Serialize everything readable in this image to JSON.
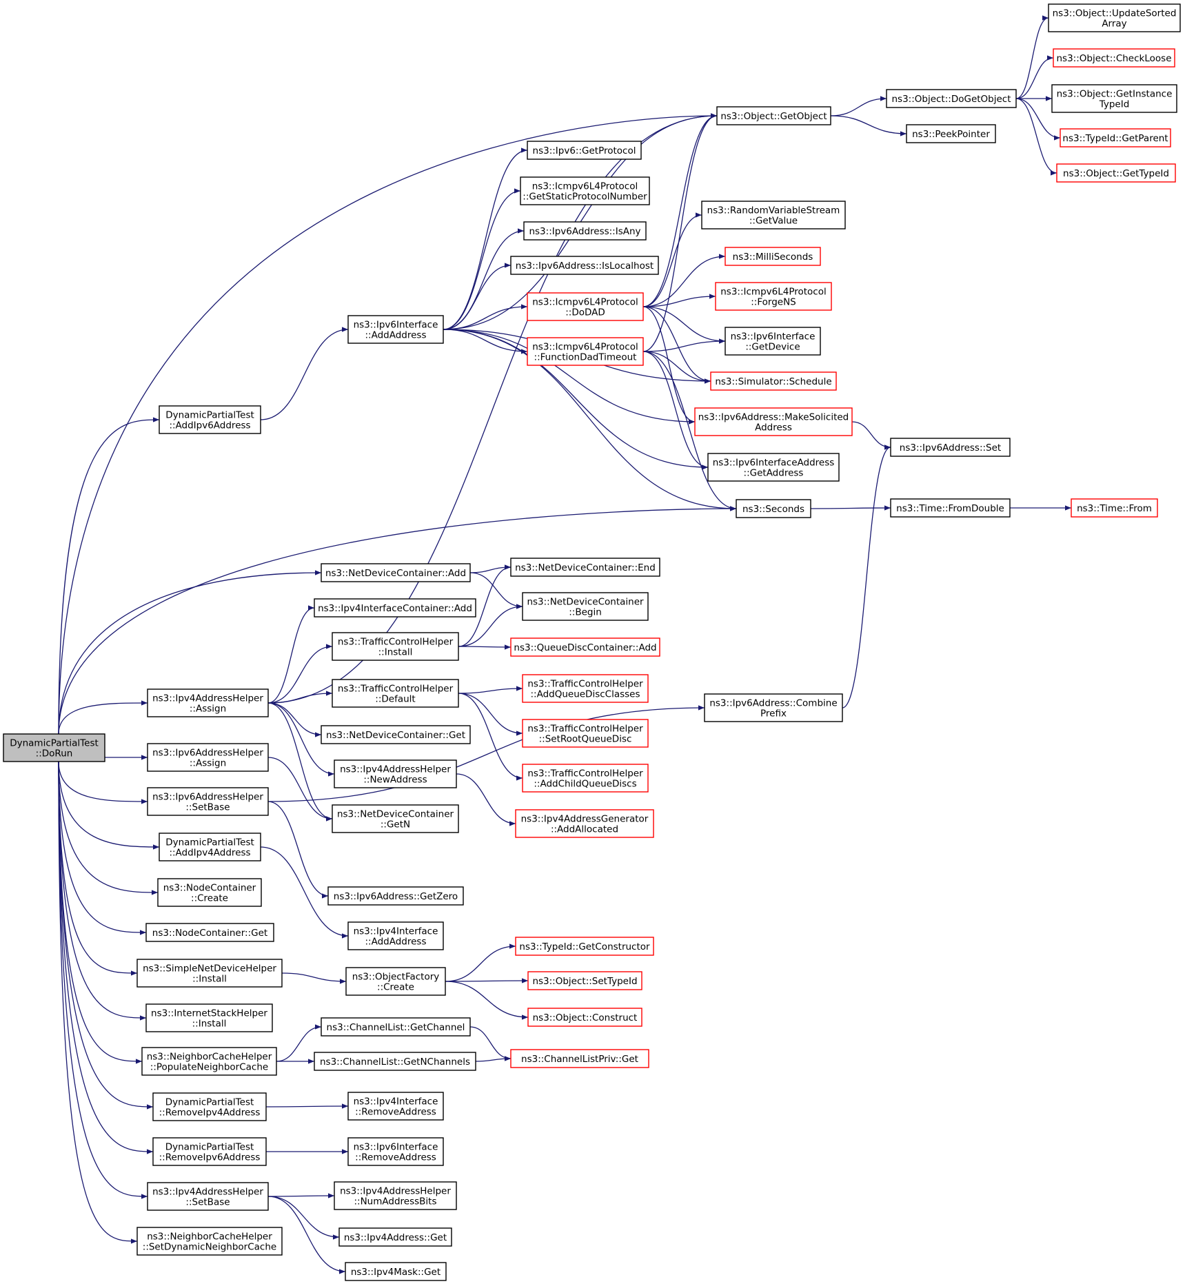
{
  "colors": {
    "edge": "#191970",
    "border": "#000000",
    "incomplete_border": "#ff0000",
    "root_fill": "#bfbfbf"
  },
  "nodes": [
    {
      "id": "dorun",
      "lines": [
        "DynamicPartialTest",
        "::DoRun"
      ],
      "style": "root"
    },
    {
      "id": "addipv6",
      "lines": [
        "DynamicPartialTest",
        "::AddIpv6Address"
      ],
      "style": "normal"
    },
    {
      "id": "ipv4assign",
      "lines": [
        "ns3::Ipv4AddressHelper",
        "::Assign"
      ],
      "style": "normal"
    },
    {
      "id": "ipv6assign",
      "lines": [
        "ns3::Ipv6AddressHelper",
        "::Assign"
      ],
      "style": "normal"
    },
    {
      "id": "ipv6setbase",
      "lines": [
        "ns3::Ipv6AddressHelper",
        "::SetBase"
      ],
      "style": "normal"
    },
    {
      "id": "addipv4",
      "lines": [
        "DynamicPartialTest",
        "::AddIpv4Address"
      ],
      "style": "normal"
    },
    {
      "id": "nccreate",
      "lines": [
        "ns3::NodeContainer",
        "::Create"
      ],
      "style": "normal"
    },
    {
      "id": "ncget",
      "lines": [
        "ns3::NodeContainer::Get"
      ],
      "style": "normal"
    },
    {
      "id": "sndhinstall",
      "lines": [
        "ns3::SimpleNetDeviceHelper",
        "::Install"
      ],
      "style": "normal"
    },
    {
      "id": "ishinstall",
      "lines": [
        "ns3::InternetStackHelper",
        "::Install"
      ],
      "style": "normal"
    },
    {
      "id": "populate",
      "lines": [
        "ns3::NeighborCacheHelper",
        "::PopulateNeighborCache"
      ],
      "style": "normal"
    },
    {
      "id": "removeipv4",
      "lines": [
        "DynamicPartialTest",
        "::RemoveIpv4Address"
      ],
      "style": "normal"
    },
    {
      "id": "removeipv6",
      "lines": [
        "DynamicPartialTest",
        "::RemoveIpv6Address"
      ],
      "style": "normal"
    },
    {
      "id": "ipv4setbase",
      "lines": [
        "ns3::Ipv4AddressHelper",
        "::SetBase"
      ],
      "style": "normal"
    },
    {
      "id": "setdynamic",
      "lines": [
        "ns3::NeighborCacheHelper",
        "::SetDynamicNeighborCache"
      ],
      "style": "normal"
    },
    {
      "id": "ipv6ifaddaddr",
      "lines": [
        "ns3::Ipv6Interface",
        "::AddAddress"
      ],
      "style": "normal"
    },
    {
      "id": "ndcadd",
      "lines": [
        "ns3::NetDeviceContainer::Add"
      ],
      "style": "normal"
    },
    {
      "id": "ipv4iccadd",
      "lines": [
        "ns3::Ipv4InterfaceContainer::Add"
      ],
      "style": "normal"
    },
    {
      "id": "tchinstall",
      "lines": [
        "ns3::TrafficControlHelper",
        "::Install"
      ],
      "style": "normal"
    },
    {
      "id": "tchdefault",
      "lines": [
        "ns3::TrafficControlHelper",
        "::Default"
      ],
      "style": "normal"
    },
    {
      "id": "ndcget",
      "lines": [
        "ns3::NetDeviceContainer::Get"
      ],
      "style": "normal"
    },
    {
      "id": "ipv4newaddr",
      "lines": [
        "ns3::Ipv4AddressHelper",
        "::NewAddress"
      ],
      "style": "normal"
    },
    {
      "id": "ndcgetn",
      "lines": [
        "ns3::NetDeviceContainer",
        "::GetN"
      ],
      "style": "normal"
    },
    {
      "id": "ipv6getzero",
      "lines": [
        "ns3::Ipv6Address::GetZero"
      ],
      "style": "normal"
    },
    {
      "id": "ipv4ifaddaddr",
      "lines": [
        "ns3::Ipv4Interface",
        "::AddAddress"
      ],
      "style": "normal"
    },
    {
      "id": "ofcreate",
      "lines": [
        "ns3::ObjectFactory",
        "::Create"
      ],
      "style": "normal"
    },
    {
      "id": "clgetchannel",
      "lines": [
        "ns3::ChannelList::GetChannel"
      ],
      "style": "normal"
    },
    {
      "id": "clgetnchannels",
      "lines": [
        "ns3::ChannelList::GetNChannels"
      ],
      "style": "normal"
    },
    {
      "id": "ipv4ifremove",
      "lines": [
        "ns3::Ipv4Interface",
        "::RemoveAddress"
      ],
      "style": "normal"
    },
    {
      "id": "ipv6ifremove",
      "lines": [
        "ns3::Ipv6Interface",
        "::RemoveAddress"
      ],
      "style": "normal"
    },
    {
      "id": "ipv4numbits",
      "lines": [
        "ns3::Ipv4AddressHelper",
        "::NumAddressBits"
      ],
      "style": "normal"
    },
    {
      "id": "ipv4addrget",
      "lines": [
        "ns3::Ipv4Address::Get"
      ],
      "style": "normal"
    },
    {
      "id": "ipv4maskget",
      "lines": [
        "ns3::Ipv4Mask::Get"
      ],
      "style": "normal"
    },
    {
      "id": "ipv6getprotocol",
      "lines": [
        "ns3::Ipv6::GetProtocol"
      ],
      "style": "normal"
    },
    {
      "id": "icmpgetstatic",
      "lines": [
        "ns3::Icmpv6L4Protocol",
        "::GetStaticProtocolNumber"
      ],
      "style": "normal"
    },
    {
      "id": "ipv6isany",
      "lines": [
        "ns3::Ipv6Address::IsAny"
      ],
      "style": "normal"
    },
    {
      "id": "ipv6islocalhost",
      "lines": [
        "ns3::Ipv6Address::IsLocalhost"
      ],
      "style": "normal"
    },
    {
      "id": "icmpdodad",
      "lines": [
        "ns3::Icmpv6L4Protocol",
        "::DoDAD"
      ],
      "style": "red"
    },
    {
      "id": "icmpfuncdad",
      "lines": [
        "ns3::Icmpv6L4Protocol",
        "::FunctionDadTimeout"
      ],
      "style": "red"
    },
    {
      "id": "ndcend",
      "lines": [
        "ns3::NetDeviceContainer::End"
      ],
      "style": "normal"
    },
    {
      "id": "ndcbegin",
      "lines": [
        "ns3::NetDeviceContainer",
        "::Begin"
      ],
      "style": "normal"
    },
    {
      "id": "qdcadd",
      "lines": [
        "ns3::QueueDiscContainer::Add"
      ],
      "style": "red"
    },
    {
      "id": "tchaddqdc",
      "lines": [
        "ns3::TrafficControlHelper",
        "::AddQueueDiscClasses"
      ],
      "style": "red"
    },
    {
      "id": "tchsetroot",
      "lines": [
        "ns3::TrafficControlHelper",
        "::SetRootQueueDisc"
      ],
      "style": "red"
    },
    {
      "id": "tchaddchild",
      "lines": [
        "ns3::TrafficControlHelper",
        "::AddChildQueueDiscs"
      ],
      "style": "red"
    },
    {
      "id": "ipv4genalloc",
      "lines": [
        "ns3::Ipv4AddressGenerator",
        "::AddAllocated"
      ],
      "style": "red"
    },
    {
      "id": "typeidgetctor",
      "lines": [
        "ns3::TypeId::GetConstructor"
      ],
      "style": "red"
    },
    {
      "id": "objsettypeid",
      "lines": [
        "ns3::Object::SetTypeId"
      ],
      "style": "red"
    },
    {
      "id": "objconstruct",
      "lines": [
        "ns3::Object::Construct"
      ],
      "style": "red"
    },
    {
      "id": "clprivget",
      "lines": [
        "ns3::ChannelListPriv::Get"
      ],
      "style": "red"
    },
    {
      "id": "objgetobject",
      "lines": [
        "ns3::Object::GetObject"
      ],
      "style": "normal"
    },
    {
      "id": "rvsgetvalue",
      "lines": [
        "ns3::RandomVariableStream",
        "::GetValue"
      ],
      "style": "normal"
    },
    {
      "id": "millis",
      "lines": [
        "ns3::MilliSeconds"
      ],
      "style": "red"
    },
    {
      "id": "icmpforgens",
      "lines": [
        "ns3::Icmpv6L4Protocol",
        "::ForgeNS"
      ],
      "style": "red"
    },
    {
      "id": "ipv6ifgetdev",
      "lines": [
        "ns3::Ipv6Interface",
        "::GetDevice"
      ],
      "style": "normal"
    },
    {
      "id": "simschedule",
      "lines": [
        "ns3::Simulator::Schedule"
      ],
      "style": "red"
    },
    {
      "id": "ipv6makesol",
      "lines": [
        "ns3::Ipv6Address::MakeSolicited",
        "Address"
      ],
      "style": "red"
    },
    {
      "id": "ipv6ifagetaddr",
      "lines": [
        "ns3::Ipv6InterfaceAddress",
        "::GetAddress"
      ],
      "style": "normal"
    },
    {
      "id": "seconds",
      "lines": [
        "ns3::Seconds"
      ],
      "style": "normal"
    },
    {
      "id": "ipv6combine",
      "lines": [
        "ns3::Ipv6Address::Combine",
        "Prefix"
      ],
      "style": "normal"
    },
    {
      "id": "objdogetobject",
      "lines": [
        "ns3::Object::DoGetObject"
      ],
      "style": "normal"
    },
    {
      "id": "peekpointer",
      "lines": [
        "ns3::PeekPointer"
      ],
      "style": "normal"
    },
    {
      "id": "ipv6set",
      "lines": [
        "ns3::Ipv6Address::Set"
      ],
      "style": "normal"
    },
    {
      "id": "timefromdouble",
      "lines": [
        "ns3::Time::FromDouble"
      ],
      "style": "normal"
    },
    {
      "id": "objupdatesorted",
      "lines": [
        "ns3::Object::UpdateSorted",
        "Array"
      ],
      "style": "normal"
    },
    {
      "id": "objcheckloose",
      "lines": [
        "ns3::Object::CheckLoose"
      ],
      "style": "red"
    },
    {
      "id": "objgetinstance",
      "lines": [
        "ns3::Object::GetInstance",
        "TypeId"
      ],
      "style": "normal"
    },
    {
      "id": "typeidgetparent",
      "lines": [
        "ns3::TypeId::GetParent"
      ],
      "style": "red"
    },
    {
      "id": "objgettypeid",
      "lines": [
        "ns3::Object::GetTypeId"
      ],
      "style": "red"
    },
    {
      "id": "timefrom",
      "lines": [
        "ns3::Time::From"
      ],
      "style": "red"
    }
  ]
}
